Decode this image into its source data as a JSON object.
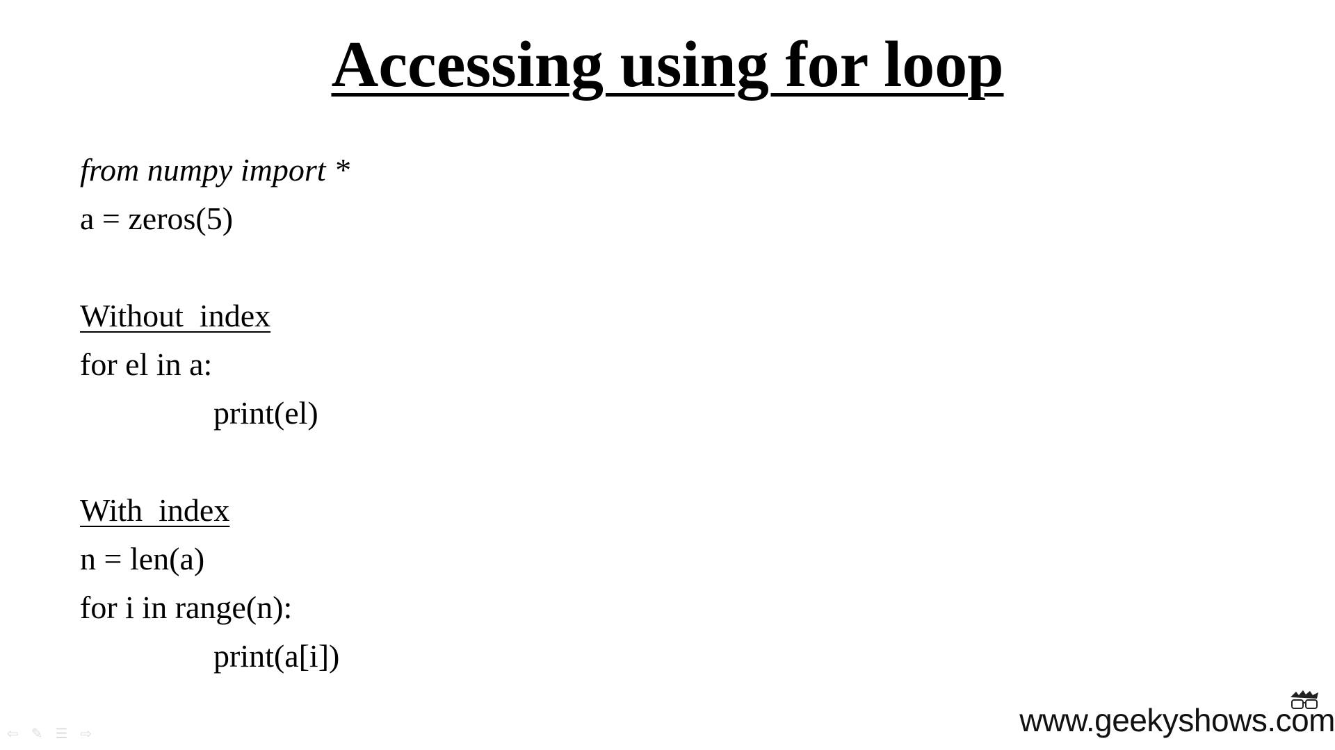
{
  "slide": {
    "title": "Accessing using for loop",
    "code_intro": [
      "from numpy import *",
      "a = zeros(5)"
    ],
    "without_index": {
      "heading": "Without  index",
      "lines": [
        "for el in a:",
        "print(el)"
      ]
    },
    "with_index": {
      "heading": "With  index",
      "lines": [
        "n = len(a)",
        "for i in range(n):",
        "print(a[i])"
      ]
    }
  },
  "footer": {
    "url": "www.geekyshows.com"
  },
  "nav": {
    "icons": [
      "back-arrow-icon",
      "pen-icon",
      "menu-icon",
      "forward-arrow-icon"
    ]
  }
}
